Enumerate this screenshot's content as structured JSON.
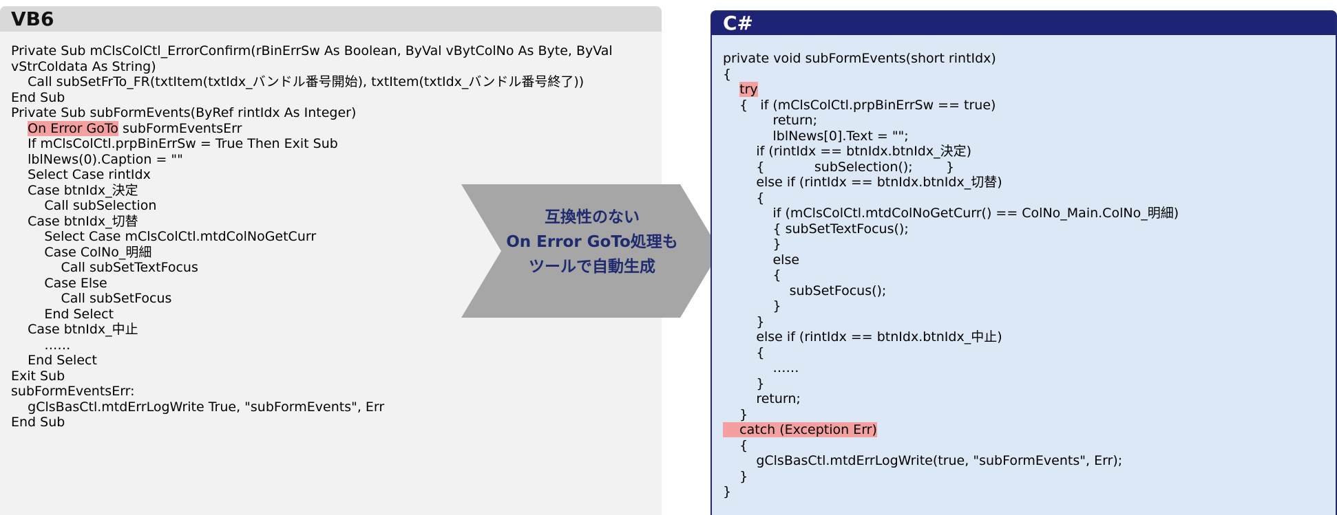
{
  "vb6": {
    "title": "VB6",
    "lines": [
      {
        "pre": "Private Sub mClsColCtl_ErrorConfirm(rBinErrSw As Boolean, ByVal vBytColNo As Byte, ByVal",
        "hl": "",
        "post": ""
      },
      {
        "pre": "vStrColdata As String)",
        "hl": "",
        "post": ""
      },
      {
        "pre": "    Call subSetFrTo_FR(txtItem(txtIdx_バンドル番号開始), txtItem(txtIdx_バンドル番号終了))",
        "hl": "",
        "post": ""
      },
      {
        "pre": "End Sub",
        "hl": "",
        "post": ""
      },
      {
        "pre": "Private Sub subFormEvents(ByRef rintIdx As Integer)",
        "hl": "",
        "post": ""
      },
      {
        "pre": "    ",
        "hl": "On Error GoTo",
        "post": " subFormEventsErr"
      },
      {
        "pre": "    If mClsColCtl.prpBinErrSw = True Then Exit Sub",
        "hl": "",
        "post": ""
      },
      {
        "pre": "    lblNews(0).Caption = \"\"",
        "hl": "",
        "post": ""
      },
      {
        "pre": "    Select Case rintIdx",
        "hl": "",
        "post": ""
      },
      {
        "pre": "    Case btnIdx_決定",
        "hl": "",
        "post": ""
      },
      {
        "pre": "        Call subSelection",
        "hl": "",
        "post": ""
      },
      {
        "pre": "    Case btnIdx_切替",
        "hl": "",
        "post": ""
      },
      {
        "pre": "        Select Case mClsColCtl.mtdColNoGetCurr",
        "hl": "",
        "post": ""
      },
      {
        "pre": "        Case ColNo_明細",
        "hl": "",
        "post": ""
      },
      {
        "pre": "            Call subSetTextFocus",
        "hl": "",
        "post": ""
      },
      {
        "pre": "        Case Else",
        "hl": "",
        "post": ""
      },
      {
        "pre": "            Call subSetFocus",
        "hl": "",
        "post": ""
      },
      {
        "pre": "        End Select",
        "hl": "",
        "post": ""
      },
      {
        "pre": "    Case btnIdx_中止",
        "hl": "",
        "post": ""
      },
      {
        "pre": "        ……",
        "hl": "",
        "post": ""
      },
      {
        "pre": "    End Select",
        "hl": "",
        "post": ""
      },
      {
        "pre": "Exit Sub",
        "hl": "",
        "post": ""
      },
      {
        "pre": "subFormEventsErr:",
        "hl": "",
        "post": ""
      },
      {
        "pre": "    gClsBasCtl.mtdErrLogWrite True, \"subFormEvents\", Err",
        "hl": "",
        "post": ""
      },
      {
        "pre": "End Sub",
        "hl": "",
        "post": ""
      }
    ]
  },
  "arrow": {
    "line1": "互換性のない",
    "line2": "On Error GoTo処理も",
    "line3": "ツールで自動生成",
    "color": "#a6a6a6"
  },
  "csharp": {
    "title": "C#",
    "lines": [
      {
        "pre": "private void subFormEvents(short rintIdx)",
        "hl": "",
        "post": ""
      },
      {
        "pre": "{",
        "hl": "",
        "post": ""
      },
      {
        "pre": "    ",
        "hl": "try",
        "post": ""
      },
      {
        "pre": "    {   if (mClsColCtl.prpBinErrSw == true)",
        "hl": "",
        "post": ""
      },
      {
        "pre": "            return;",
        "hl": "",
        "post": ""
      },
      {
        "pre": "            lblNews[0].Text = \"\";",
        "hl": "",
        "post": ""
      },
      {
        "pre": "        if (rintIdx == btnIdx.btnIdx_決定)",
        "hl": "",
        "post": ""
      },
      {
        "pre": "        {            subSelection();        }",
        "hl": "",
        "post": ""
      },
      {
        "pre": "        else if (rintIdx == btnIdx.btnIdx_切替)",
        "hl": "",
        "post": ""
      },
      {
        "pre": "        {",
        "hl": "",
        "post": ""
      },
      {
        "pre": "            if (mClsColCtl.mtdColNoGetCurr() == ColNo_Main.ColNo_明細)",
        "hl": "",
        "post": ""
      },
      {
        "pre": "            { subSetTextFocus();",
        "hl": "",
        "post": ""
      },
      {
        "pre": "            }",
        "hl": "",
        "post": ""
      },
      {
        "pre": "            else",
        "hl": "",
        "post": ""
      },
      {
        "pre": "            {",
        "hl": "",
        "post": ""
      },
      {
        "pre": "                subSetFocus();",
        "hl": "",
        "post": ""
      },
      {
        "pre": "            }",
        "hl": "",
        "post": ""
      },
      {
        "pre": "        }",
        "hl": "",
        "post": ""
      },
      {
        "pre": "        else if (rintIdx == btnIdx.btnIdx_中止)",
        "hl": "",
        "post": ""
      },
      {
        "pre": "        {",
        "hl": "",
        "post": ""
      },
      {
        "pre": "            ……",
        "hl": "",
        "post": ""
      },
      {
        "pre": "        }",
        "hl": "",
        "post": ""
      },
      {
        "pre": "        return;",
        "hl": "",
        "post": ""
      },
      {
        "pre": "    }",
        "hl": "",
        "post": ""
      },
      {
        "pre": "",
        "hl": "    catch (Exception Err)",
        "post": ""
      },
      {
        "pre": "    {",
        "hl": "",
        "post": ""
      },
      {
        "pre": "        gClsBasCtl.mtdErrLogWrite(true, \"subFormEvents\", Err);",
        "hl": "",
        "post": ""
      },
      {
        "pre": "    }",
        "hl": "",
        "post": ""
      },
      {
        "pre": "}",
        "hl": "",
        "post": ""
      }
    ]
  },
  "colors": {
    "highlight": "#f4a0a0",
    "csharp_header": "#1f2375",
    "vb6_header": "#d9d9d9",
    "arrow_text": "#1f2b6e"
  }
}
